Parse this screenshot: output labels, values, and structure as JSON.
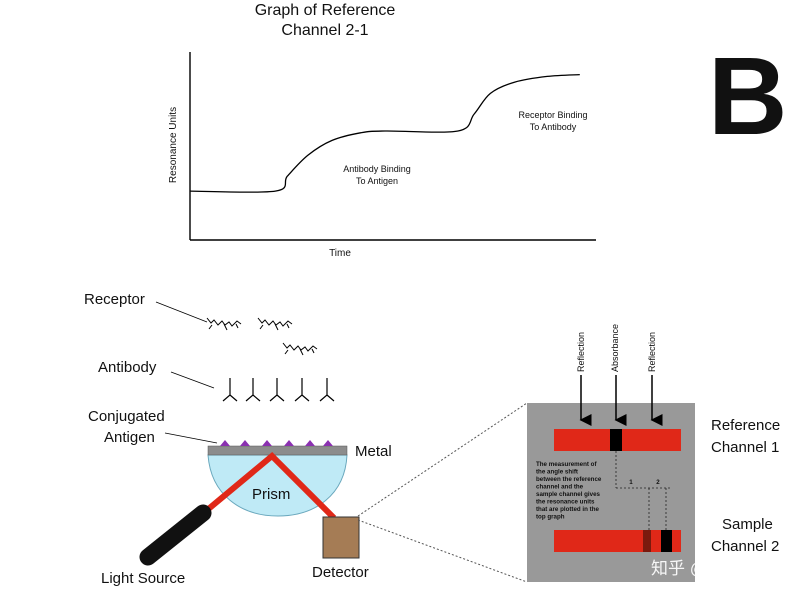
{
  "panel_letter": "B",
  "graph": {
    "title_line1": "Graph of Reference",
    "title_line2": "Channel 2-1",
    "ylabel": "Resonance Units",
    "xlabel": "Time",
    "annotation1_line1": "Antibody Binding",
    "annotation1_line2": "To Antigen",
    "annotation2_line1": "Receptor Binding",
    "annotation2_line2": "To Antibody"
  },
  "chart_data": {
    "type": "line",
    "title": "Graph of Reference Channel 2-1",
    "xlabel": "Time",
    "ylabel": "Resonance Units",
    "x": [
      0,
      0.21,
      0.24,
      0.29,
      0.35,
      0.42,
      0.48,
      0.66,
      0.7,
      0.74,
      0.8,
      0.88,
      0.96
    ],
    "y": [
      0.26,
      0.26,
      0.34,
      0.45,
      0.53,
      0.57,
      0.58,
      0.58,
      0.67,
      0.78,
      0.84,
      0.87,
      0.88
    ],
    "grid": false
  },
  "diagram": {
    "receptor_label": "Receptor",
    "antibody_label": "Antibody",
    "conjugated_line1": "Conjugated",
    "conjugated_line2": "Antigen",
    "metal_label": "Metal",
    "prism_label": "Prism",
    "light_source_label": "Light Source",
    "detector_label": "Detector"
  },
  "inset": {
    "col1": "Reflection",
    "col2": "Absorbance",
    "col3": "Reflection",
    "ref_channel_line1": "Reference",
    "ref_channel_line2": "Channel 1",
    "sample_channel_line1": "Sample",
    "sample_channel_line2": "Channel 2",
    "mark1": "1",
    "mark2": "2",
    "desc_lines": [
      "The measurement of",
      "the angle shift",
      "between the reference",
      "channel and the",
      "sample channel gives",
      "the resonance units",
      "that are plotted in the",
      "top graph"
    ]
  },
  "watermark": "知乎 @小行",
  "colors": {
    "laser": "#e02818",
    "prism": "#bfeaf6",
    "detector": "#a57c55",
    "inset_bg": "#999999",
    "antigen": "#8a30b0"
  }
}
